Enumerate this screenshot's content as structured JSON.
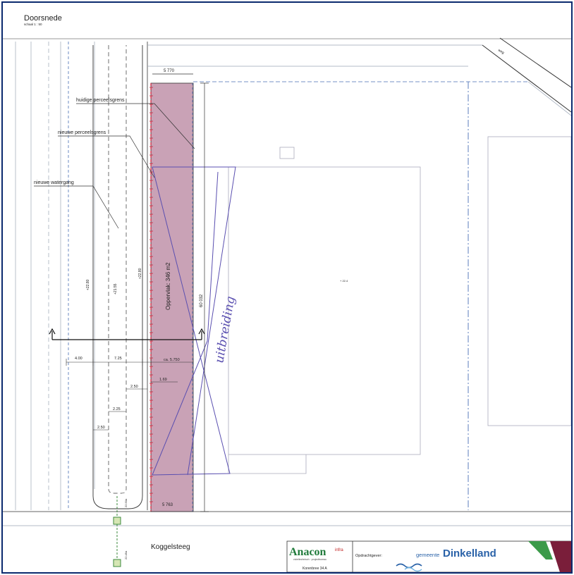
{
  "title": {
    "heading": "Doorsnede",
    "scale": "schaal 1 : 50"
  },
  "labels": {
    "huidige": "huidige perceelsgrens",
    "nieuwe_grens": "nieuwe perceelsgrens",
    "nieuwe_watergang": "nieuwe watergang",
    "oppervlak": "Oppervlak: 346 m2",
    "uitbreiding": "uitbreiding",
    "street": "Koggelsteeg",
    "corner_road": "weg"
  },
  "dimensions": {
    "top_width": "5 770",
    "bottom_width": "5 763",
    "total_length": "60 032",
    "ca_width": "ca. 5.750",
    "d_400": "4.00",
    "d_725": "7.25",
    "d_250a": "2.50",
    "d_169": "1.69",
    "d_225": "2.25",
    "d_250b": "2.50",
    "lvl_1": "+22.80",
    "lvl_2": "+21.55",
    "lvl_3": "+22.80",
    "lvl_small": "+ 22.4",
    "lvl_bottom1": "22.50a",
    "lvl_bottom2": "22.45a"
  },
  "titleblock": {
    "company": "Anacon",
    "company_sub": "infra",
    "company_tag": "civieltechnisch · projectbureau",
    "address": "Korenbree 34 A",
    "client_label": "Opdrachtgever:",
    "client_prefix": "gemeente",
    "client_name": "Dinkelland"
  },
  "colors": {
    "parcel_fill": "#c9a2b6",
    "boundary_red": "#d0233a",
    "pen_blue": "#5a4fb0",
    "frame": "#0b2a6e",
    "dash_blue": "#4a6fb5"
  }
}
